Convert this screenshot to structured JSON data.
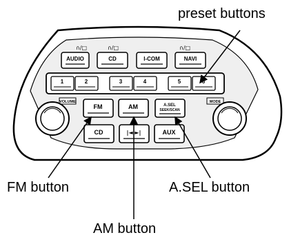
{
  "callouts": {
    "preset": "preset buttons",
    "fm": "FM button",
    "asel": "A.SEL button",
    "am": "AM button"
  },
  "panel": {
    "headphone_label": "∩/□",
    "top_row": [
      "AUDIO",
      "CD",
      "I-COM",
      "NAVI"
    ],
    "presets": [
      "1",
      "2",
      "3",
      "4",
      "5",
      "6"
    ],
    "volume_label": "VOLUME",
    "mode_label": "MODE",
    "middle_row": [
      "FM",
      "AM"
    ],
    "asel_lines": [
      "A.SEL",
      "SEEK/SCAN"
    ],
    "bottom_row": [
      "CD",
      "|◄ ►|",
      "AUX"
    ]
  }
}
